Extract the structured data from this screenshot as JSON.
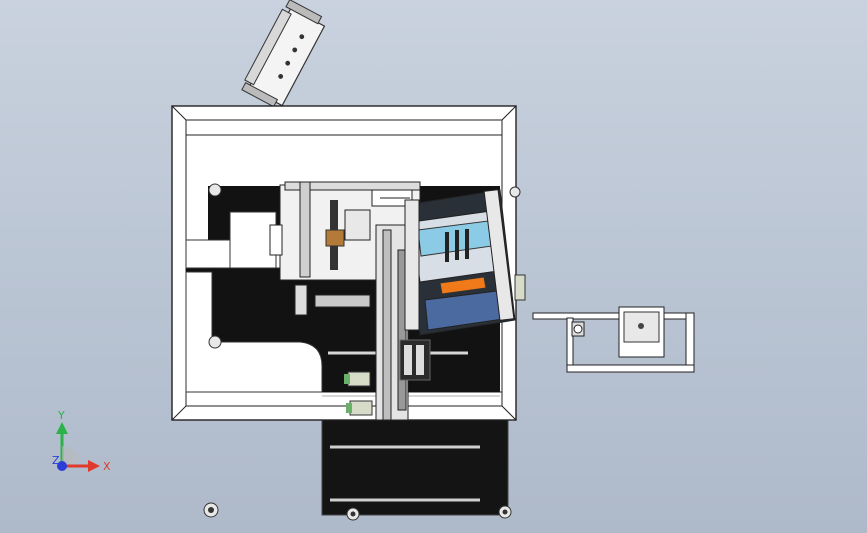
{
  "viewport": {
    "background_top": "#c9d2de",
    "background_bottom": "#aeb9ca"
  },
  "triad": {
    "y_label": "Y",
    "x_label": "X",
    "z_label": "Z",
    "y_color": "#2bb34a",
    "x_color": "#e03a2c",
    "z_color": "#2a3fd8"
  },
  "model": {
    "frame_color": "#ffffff",
    "base_color": "#111111",
    "accent_orange": "#f07a1a",
    "accent_cyan": "#7fc8e0"
  }
}
